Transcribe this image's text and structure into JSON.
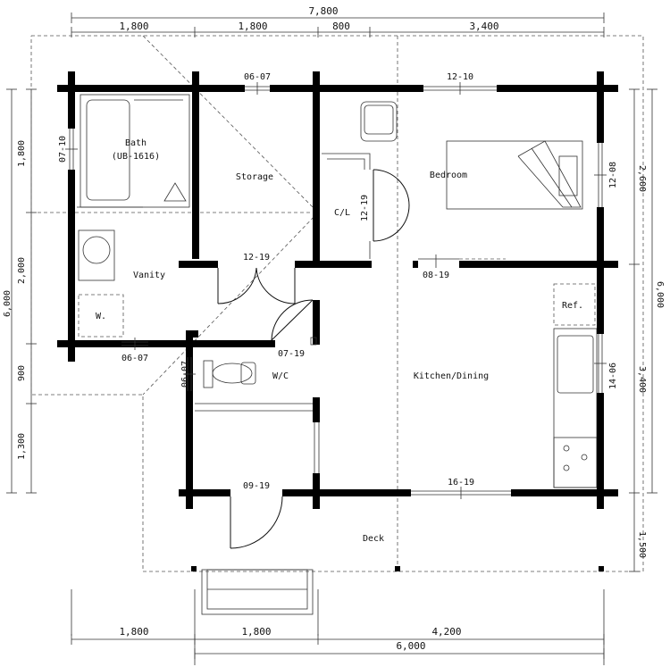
{
  "dimensions": {
    "top_total": "7,800",
    "top_segments": [
      "1,800",
      "1,800",
      "800",
      "3,400"
    ],
    "left_total": "6,000",
    "left_segments": [
      "1,800",
      "2,000",
      "900",
      "1,300"
    ],
    "right_total": "6,000",
    "right_segments": [
      "2,600",
      "3,400",
      "1,500"
    ],
    "bottom_segments": [
      "1,800",
      "1,800",
      "4,200"
    ],
    "bottom_total": "6,000"
  },
  "rooms": {
    "bath": "Bath",
    "bath_unit": "(UB-1616)",
    "storage": "Storage",
    "bedroom": "Bedroom",
    "closet": "C/L",
    "vanity": "Vanity",
    "washer": "W.",
    "wc": "W/C",
    "kitchen_dining": "Kitchen/Dining",
    "fridge": "Ref.",
    "deck": "Deck"
  },
  "openings": {
    "storage_window": "06-07",
    "bedroom_window_top": "12-10",
    "bath_window": "07-10",
    "bedroom_window_right": "12-08",
    "closet_door": "12-19",
    "vanity_door": "12-19",
    "bedroom_door": "08-19",
    "vanity_window": "06-07",
    "wc_door": "07-19",
    "wc_window": "06-07",
    "kitchen_window": "14-06",
    "entry_door": "09-19",
    "deck_door": "16-19"
  }
}
